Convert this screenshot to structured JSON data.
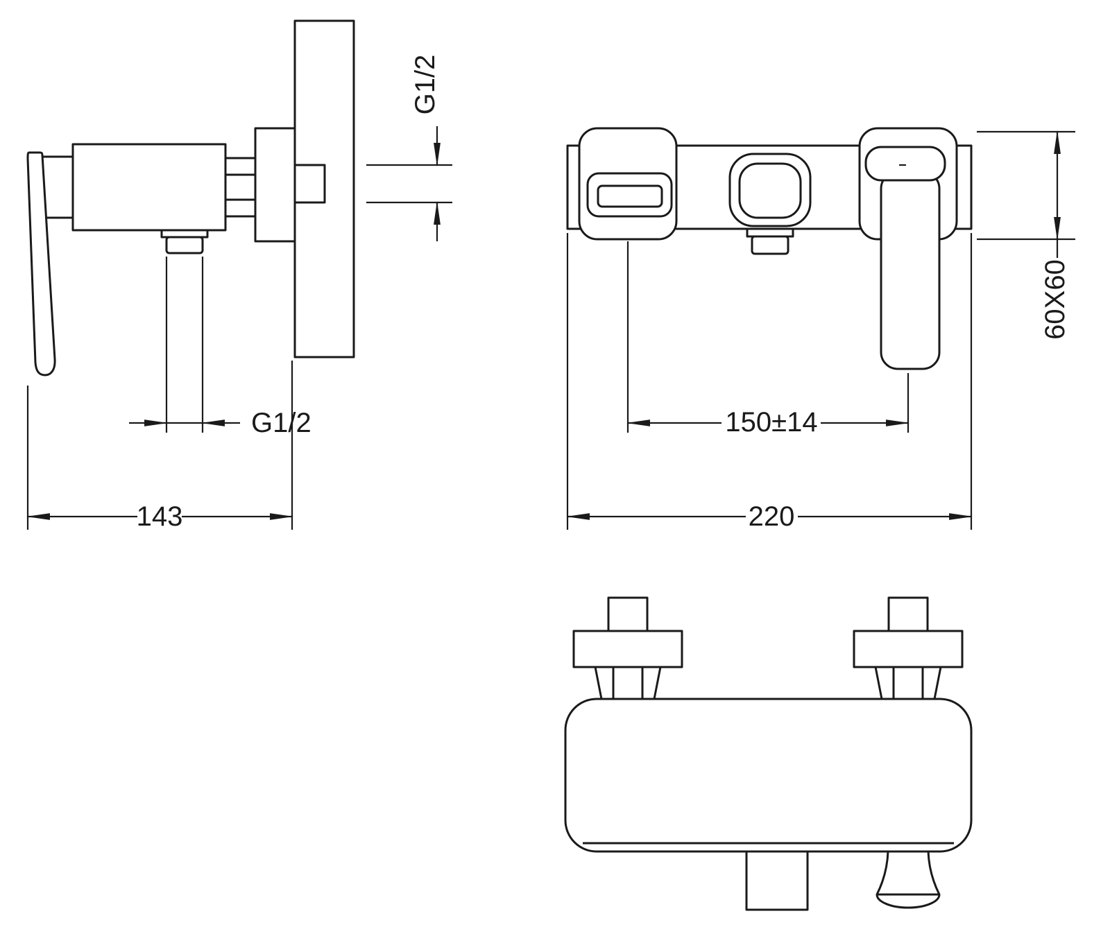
{
  "drawing": {
    "type": "technical-dimension-drawing",
    "subject": "wall-mounted single-lever shower mixer, three orthographic views",
    "labels": {
      "wall_thread": "G1/2",
      "outlet_thread": "G1/2",
      "side_depth": "143",
      "hole_spacing": "150±14",
      "overall_width": "220",
      "body_section": "60X60"
    }
  },
  "colors": {
    "line": "#1a1a1a",
    "background": "#ffffff"
  }
}
